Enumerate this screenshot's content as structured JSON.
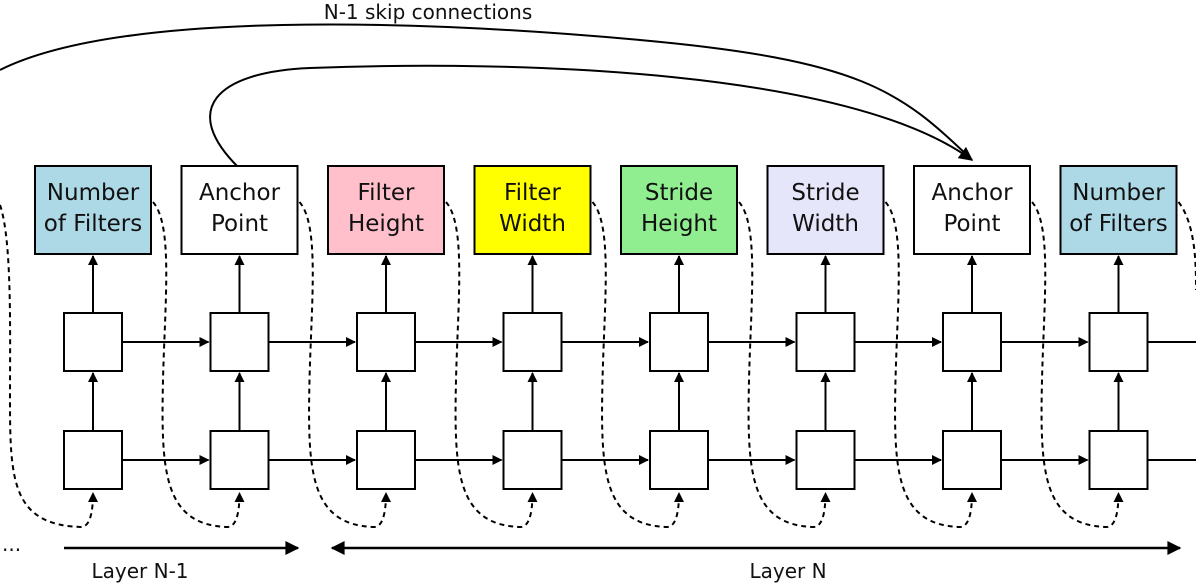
{
  "skip_label": "N-1 skip connections",
  "params": [
    {
      "line1": "Number",
      "line2": "of Filters",
      "color": "#add8e6"
    },
    {
      "line1": "Anchor",
      "line2": "Point",
      "color": "#ffffff"
    },
    {
      "line1": "Filter",
      "line2": "Height",
      "color": "#ffc0cb"
    },
    {
      "line1": "Filter",
      "line2": "Width",
      "color": "#ffff00"
    },
    {
      "line1": "Stride",
      "line2": "Height",
      "color": "#90ee90"
    },
    {
      "line1": "Stride",
      "line2": "Width",
      "color": "#e6e6fa"
    },
    {
      "line1": "Anchor",
      "line2": "Point",
      "color": "#ffffff"
    },
    {
      "line1": "Number",
      "line2": "of Filters",
      "color": "#add8e6"
    }
  ],
  "ellipsis": "...",
  "layer_prev": "Layer N-1",
  "layer_curr": "Layer N"
}
